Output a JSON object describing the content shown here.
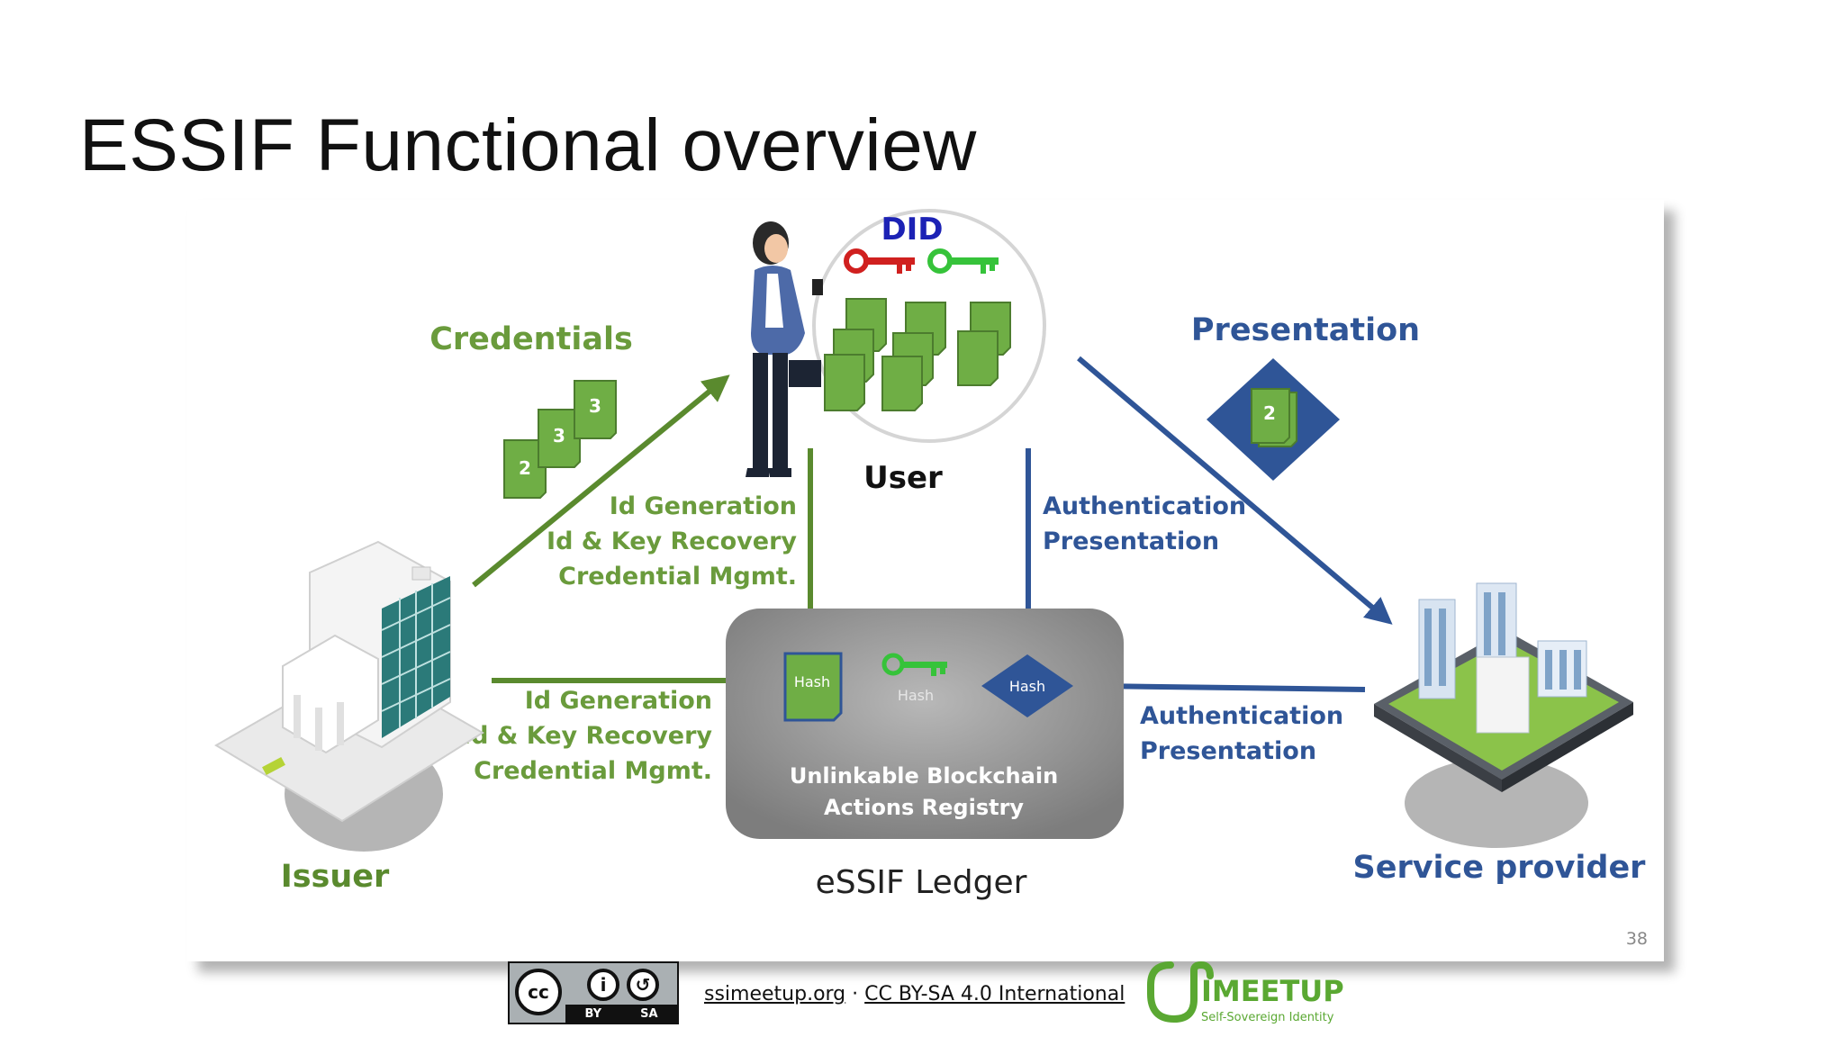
{
  "slide": {
    "title": "ESSIF Functional overview",
    "page_number": "38"
  },
  "diagram": {
    "did_label": "DID",
    "user_label": "User",
    "credentials_label": "Credentials",
    "credential_cards": [
      "2",
      "3",
      "3"
    ],
    "presentation_label": "Presentation",
    "presentation_card": "2",
    "user_to_ledger_lines": [
      "Id Generation",
      "Id & Key Recovery",
      "Credential Mgmt."
    ],
    "issuer_to_ledger_lines": [
      "Id Generation",
      "Id & Key Recovery",
      "Credential Mgmt."
    ],
    "user_auth_lines": [
      "Authentication",
      "Presentation"
    ],
    "sp_auth_lines": [
      "Authentication",
      "Presentation"
    ],
    "ledger_hash_doc": "Hash",
    "ledger_hash_key": "Hash",
    "ledger_hash_diamond": "Hash",
    "ledger_box_lines": [
      "Unlinkable Blockchain",
      "Actions Registry"
    ],
    "ledger_name": "eSSIF Ledger",
    "issuer_label": "Issuer",
    "service_provider_label": "Service provider",
    "colors": {
      "green": "#6a9b3c",
      "blue": "#2f5597",
      "dark_green": "#5a8a2e",
      "ledger_gray": "#8f8f8f"
    }
  },
  "footer": {
    "cc_badge": {
      "cc": "cc",
      "by": "BY",
      "sa": "SA"
    },
    "link_site": "ssimeetup.org",
    "separator": " · ",
    "link_license": "CC BY-SA 4.0 International",
    "brand_name": "IMEETUP",
    "brand_tagline": "Self-Sovereign Identity"
  }
}
